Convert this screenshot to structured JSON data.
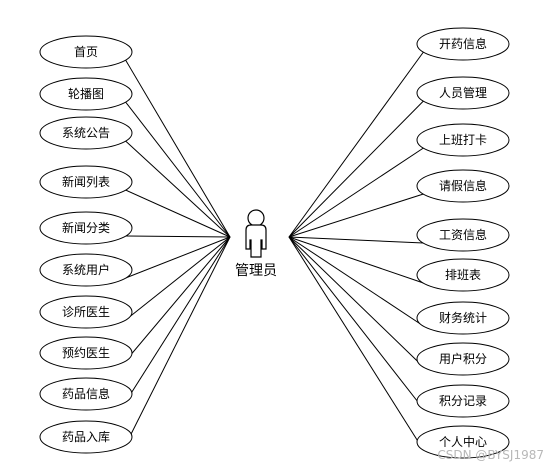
{
  "actor": {
    "label": "管理员",
    "icon": "user-icon"
  },
  "left_use_cases": [
    "首页",
    "轮播图",
    "系统公告",
    "新闻列表",
    "新闻分类",
    "系统用户",
    "诊所医生",
    "预约医生",
    "药品信息",
    "药品入库"
  ],
  "right_use_cases": [
    "开药信息",
    "人员管理",
    "上班打卡",
    "请假信息",
    "工资信息",
    "排班表",
    "财务统计",
    "用户积分",
    "积分记录",
    "个人中心"
  ],
  "watermark": "CSDN @BYSJ1987"
}
